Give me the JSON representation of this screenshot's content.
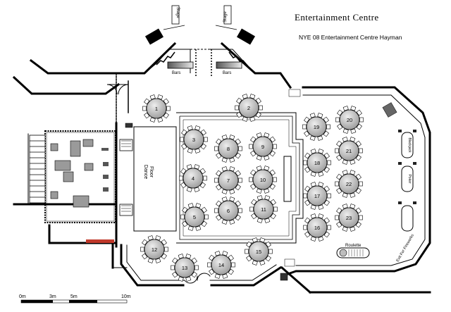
{
  "header": {
    "title": "Entertainment Centre",
    "subtitle": "NYE 08 Entertainment Centre Hayman"
  },
  "labels": {
    "stage_left": "Stage",
    "stage_right": "Stage",
    "bars_left": "Bars",
    "bars_right": "Bars",
    "dance_floor_line1": "Dance",
    "dance_floor_line2": "Floor",
    "roulette": "Roulette",
    "blackjack": "Blackjack",
    "poker": "Poker",
    "exit": "Exit For Fireworks"
  },
  "scale": {
    "ticks": [
      "0m",
      "3m",
      "5m",
      "10m"
    ]
  },
  "tables": [
    {
      "num": "1"
    },
    {
      "num": "2"
    },
    {
      "num": "3"
    },
    {
      "num": "4"
    },
    {
      "num": "5"
    },
    {
      "num": "6"
    },
    {
      "num": "7"
    },
    {
      "num": "8"
    },
    {
      "num": "9"
    },
    {
      "num": "10"
    },
    {
      "num": "11"
    },
    {
      "num": "12"
    },
    {
      "num": "13"
    },
    {
      "num": "14"
    },
    {
      "num": "15"
    },
    {
      "num": "16"
    },
    {
      "num": "17"
    },
    {
      "num": "18"
    },
    {
      "num": "19"
    },
    {
      "num": "20"
    },
    {
      "num": "21"
    },
    {
      "num": "22"
    },
    {
      "num": "23"
    }
  ]
}
